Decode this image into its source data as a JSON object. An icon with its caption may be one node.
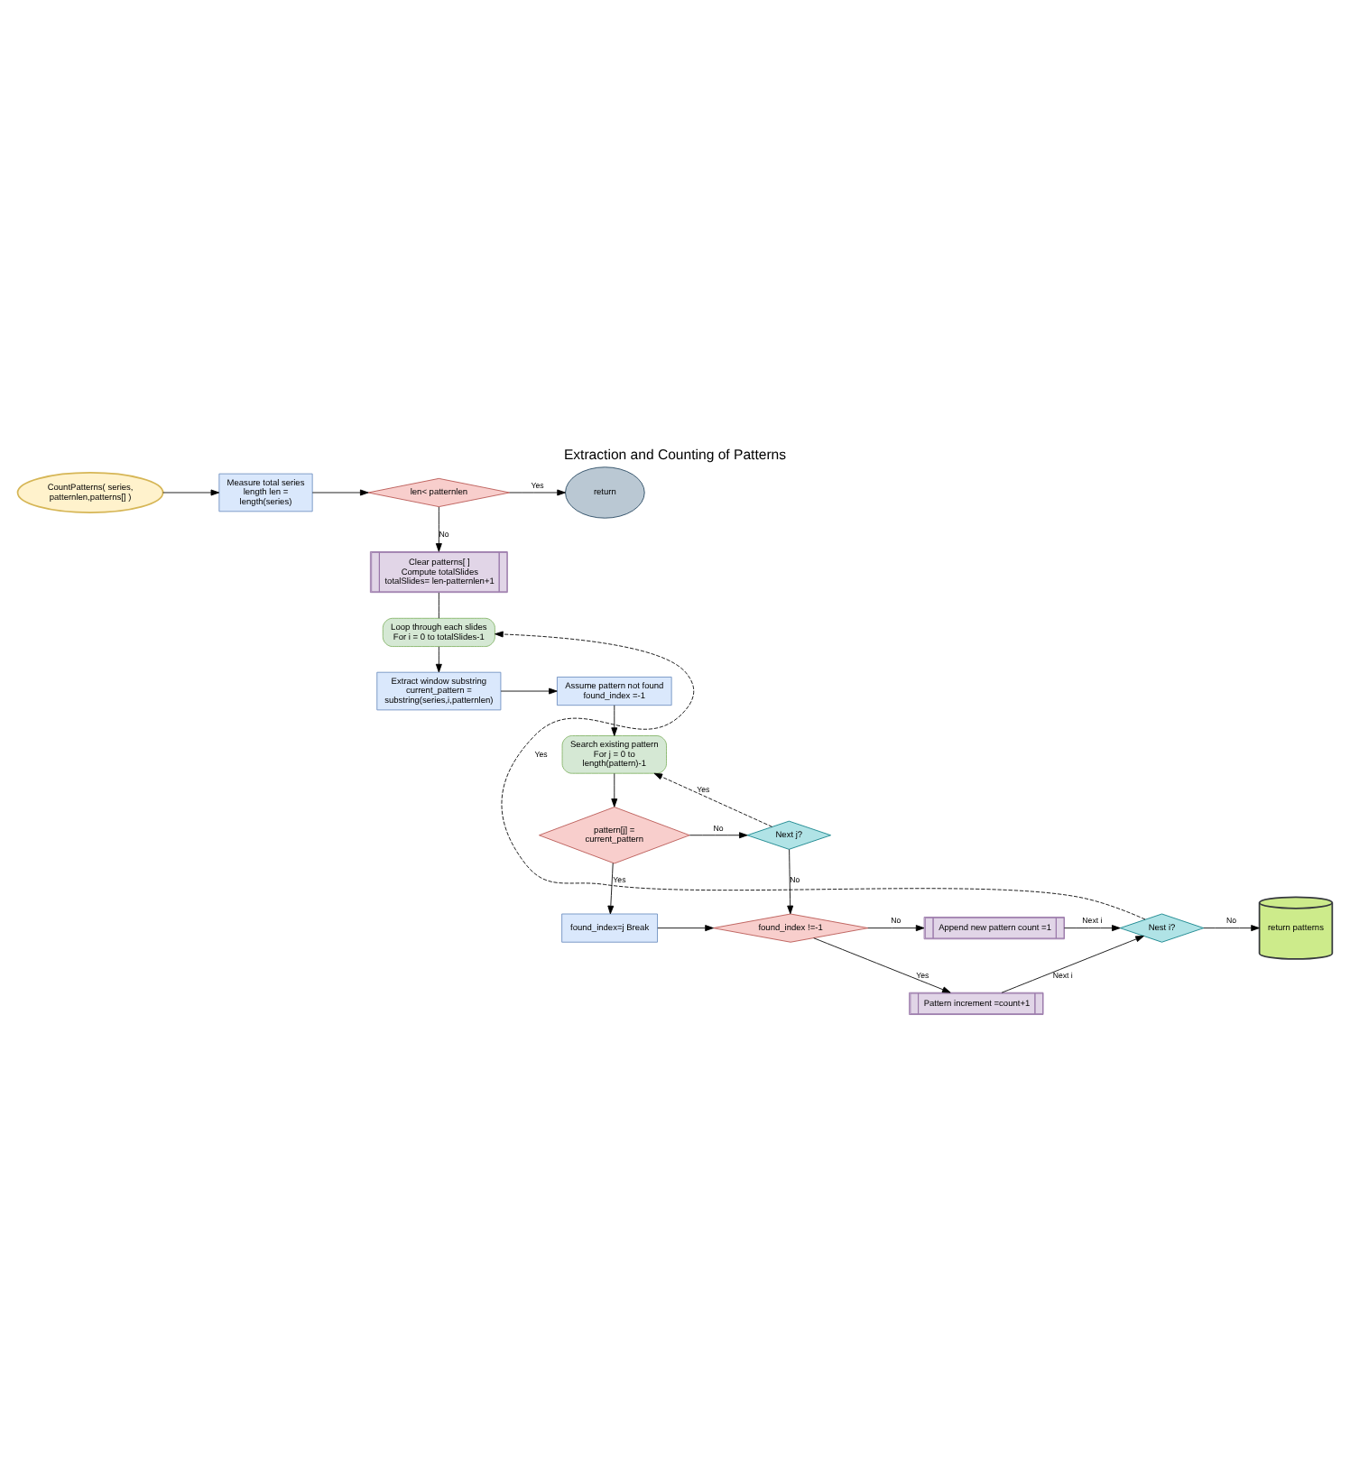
{
  "diagram": {
    "title": "Extraction and Counting of Patterns",
    "nodes": [
      {
        "text": [
          "CountPatterns( series, patternlen,patterns[] )"
        ]
      },
      {
        "text": [
          "Measure total series length len = length(series)"
        ]
      },
      {
        "text": [
          "len< patternlen"
        ]
      },
      {
        "text": [
          "return"
        ]
      },
      {
        "text": [
          "Clear patterns[ ]",
          "Compute totalSlides totalSlides= len-patternlen+1"
        ]
      },
      {
        "text": [
          "Loop through each slides For i = 0 to totalSlides-1"
        ]
      },
      {
        "text": [
          "Extract window substring current_pattern = substring(series,i,patternlen)"
        ]
      },
      {
        "text": [
          "Assume pattern not found found_index =-1"
        ]
      },
      {
        "text": [
          "Search existing pattern For j = 0 to length(pattern)-1"
        ]
      },
      {
        "text": [
          "pattern[j] = current_pattern"
        ]
      },
      {
        "text": [
          "Next j?"
        ]
      },
      {
        "text": [
          "found_index=j Break"
        ]
      },
      {
        "text": [
          "found_index !=-1"
        ]
      },
      {
        "text": [
          "Append new pattern count =1"
        ]
      },
      {
        "text": [
          "Pattern increment =count+1"
        ]
      },
      {
        "text": [
          "Nest i?"
        ]
      },
      {
        "text": [
          "return patterns"
        ]
      }
    ],
    "edges": [
      {
        "from": 0,
        "to": 1,
        "arrow": "to"
      },
      {
        "from": 1,
        "to": 2,
        "arrow": "to"
      },
      {
        "from": 2,
        "to": 3,
        "arrow": "to",
        "label": "Yes"
      },
      {
        "from": 2,
        "to": 4,
        "arrow": "to",
        "label": "No"
      },
      {
        "from": 4,
        "to": 5,
        "arrow": "none"
      },
      {
        "from": 5,
        "to": 6,
        "arrow": "to"
      },
      {
        "from": 6,
        "to": 7,
        "arrow": "to"
      },
      {
        "from": 7,
        "to": 8,
        "arrow": "to"
      },
      {
        "from": 8,
        "to": 9,
        "arrow": "to"
      },
      {
        "from": 9,
        "to": 10,
        "arrow": "to",
        "label": "No"
      },
      {
        "from": 9,
        "to": 11,
        "arrow": "to",
        "label": "Yes"
      },
      {
        "from": 10,
        "to": 8,
        "arrow": "to",
        "label": "Yes",
        "style": "dashed"
      },
      {
        "from": 10,
        "to": 12,
        "arrow": "to",
        "label": "No"
      },
      {
        "from": 11,
        "to": 12,
        "arrow": "to"
      },
      {
        "from": 12,
        "to": 13,
        "arrow": "to",
        "label": "No"
      },
      {
        "from": 12,
        "to": 14,
        "arrow": "to",
        "label": "Yes"
      },
      {
        "from": 13,
        "to": 15,
        "arrow": "to",
        "label": "Next i"
      },
      {
        "from": 14,
        "to": 15,
        "arrow": "to",
        "label": "Next i"
      },
      {
        "from": 15,
        "to": 16,
        "arrow": "to",
        "label": "No"
      },
      {
        "from": 15,
        "to": 5,
        "arrow": "to",
        "label": "Yes",
        "style": "dashed"
      }
    ]
  }
}
